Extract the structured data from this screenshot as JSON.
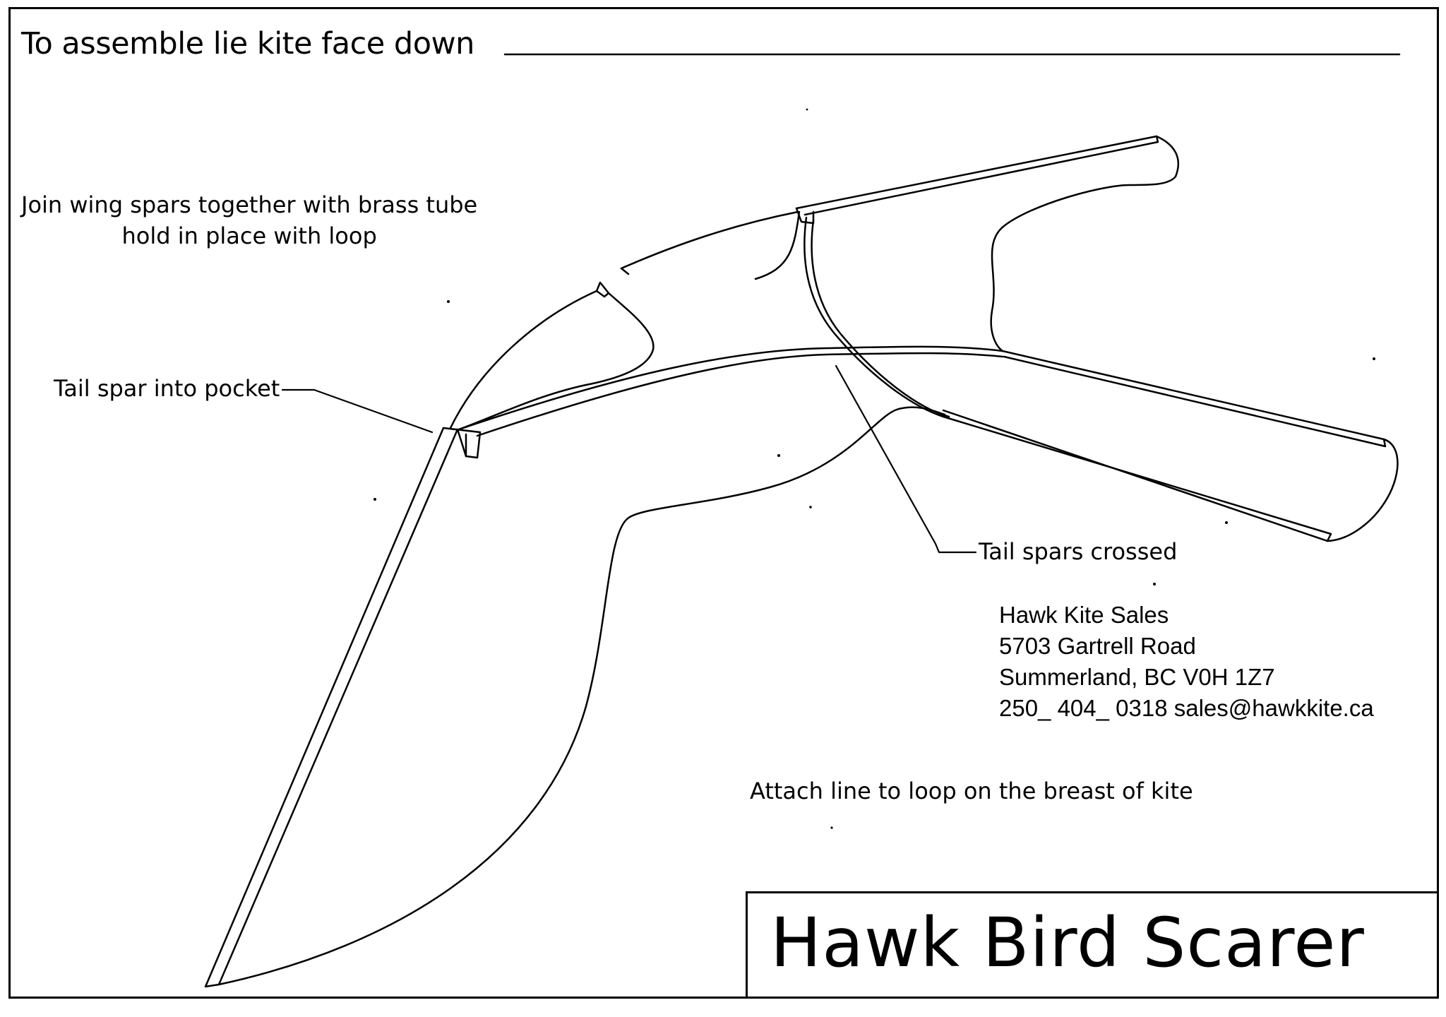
{
  "heading": "To assemble lie kite face down",
  "callouts": {
    "join_line1": "Join wing spars together with brass tube",
    "join_line2": "hold in place with  loop",
    "tail_pocket": "Tail spar into pocket",
    "tail_crossed": "Tail spars crossed",
    "attach": "Attach line to loop on the breast of kite"
  },
  "company": {
    "name": "Hawk Kite Sales",
    "street": "5703 Gartrell Road",
    "city": "Summerland, BC V0H 1Z7",
    "contact": "250_ 404_ 0318 sales@hawkkite.ca"
  },
  "product_title": "Hawk Bird Scarer"
}
